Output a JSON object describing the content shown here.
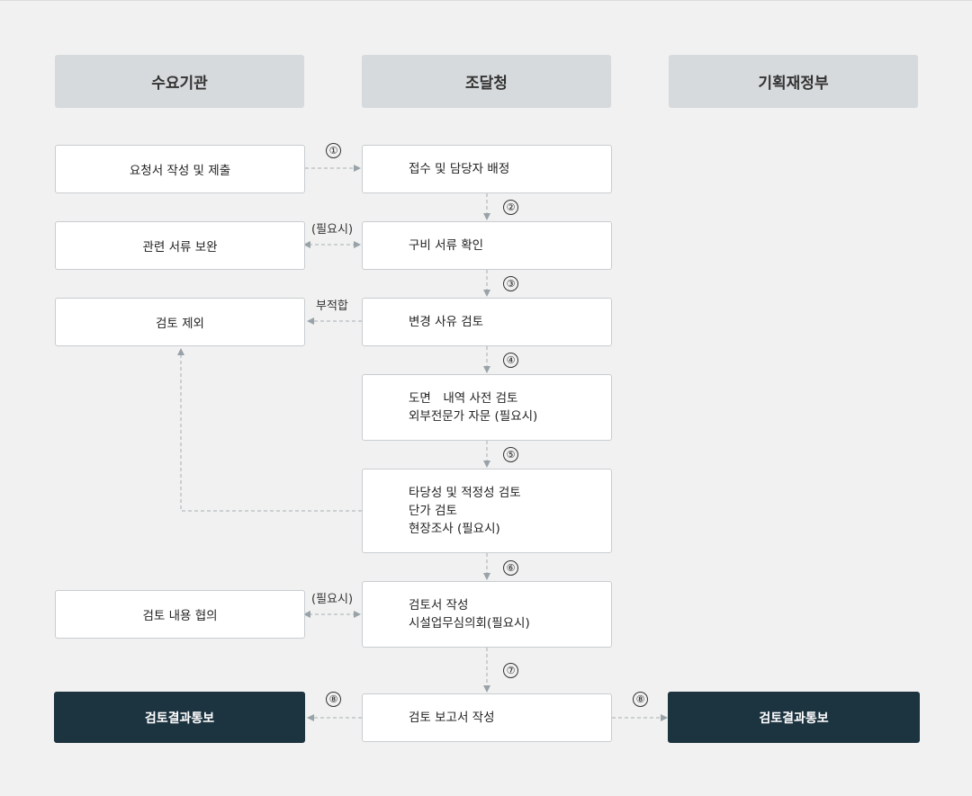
{
  "columns": [
    "수요기관",
    "조달청",
    "기획재정부"
  ],
  "left_boxes": {
    "request": "요청서 작성 및 제출",
    "supplement": "관련 서류 보완",
    "exclude": "검토 제외",
    "consult": "검토 내용 협의",
    "result": "검토결과통보"
  },
  "center_boxes": {
    "receipt": "접수 및 담당자 배정",
    "docs_check": "구비 서류 확인",
    "reason_review": "변경 사유 검토",
    "drawing_review": [
      "도면　내역 사전 검토",
      "외부전문가 자문 (필요시)"
    ],
    "validity_review": [
      "타당성 및 적정성 검토",
      "단가 검토",
      "현장조사 (필요시)"
    ],
    "report_write": [
      "검토서 작성",
      "시설업무심의회(필요시)"
    ],
    "report": "검토 보고서 작성"
  },
  "right_boxes": {
    "result": "검토결과통보"
  },
  "labels": {
    "if_needed_1": "(필요시)",
    "unsuitable": "부적합",
    "if_needed_2": "(필요시)"
  },
  "steps": [
    "①",
    "②",
    "③",
    "④",
    "⑤",
    "⑥",
    "⑦",
    "⑧",
    "⑧"
  ]
}
